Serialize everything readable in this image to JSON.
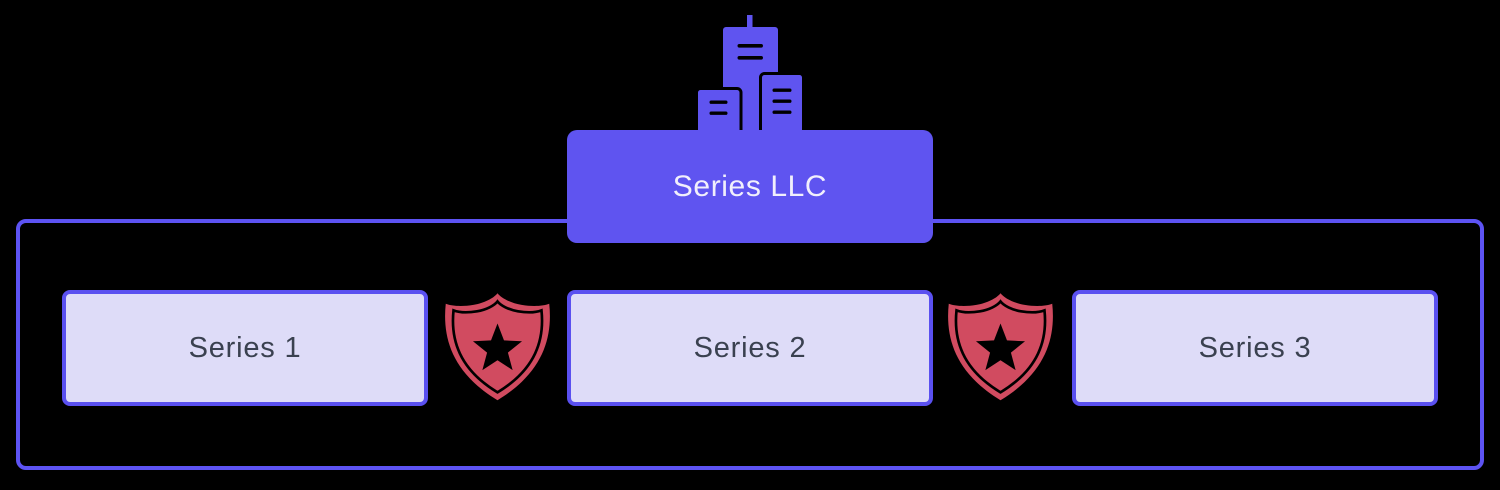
{
  "colors": {
    "background": "#000000",
    "purple": "#5f54f0",
    "outline_purple": "#5d53f3",
    "child_fill": "#dedcf8",
    "child_border": "#5a50f0",
    "child_text": "#3a4150",
    "parent_text": "#f1effc",
    "shield_red": "#d14b60"
  },
  "diagram": {
    "parent": {
      "label": "Series LLC",
      "icon": "buildings-icon"
    },
    "children": [
      {
        "label": "Series 1"
      },
      {
        "label": "Series 2"
      },
      {
        "label": "Series 3"
      }
    ],
    "separators": [
      {
        "icon": "shield-star-icon"
      },
      {
        "icon": "shield-star-icon"
      }
    ]
  }
}
